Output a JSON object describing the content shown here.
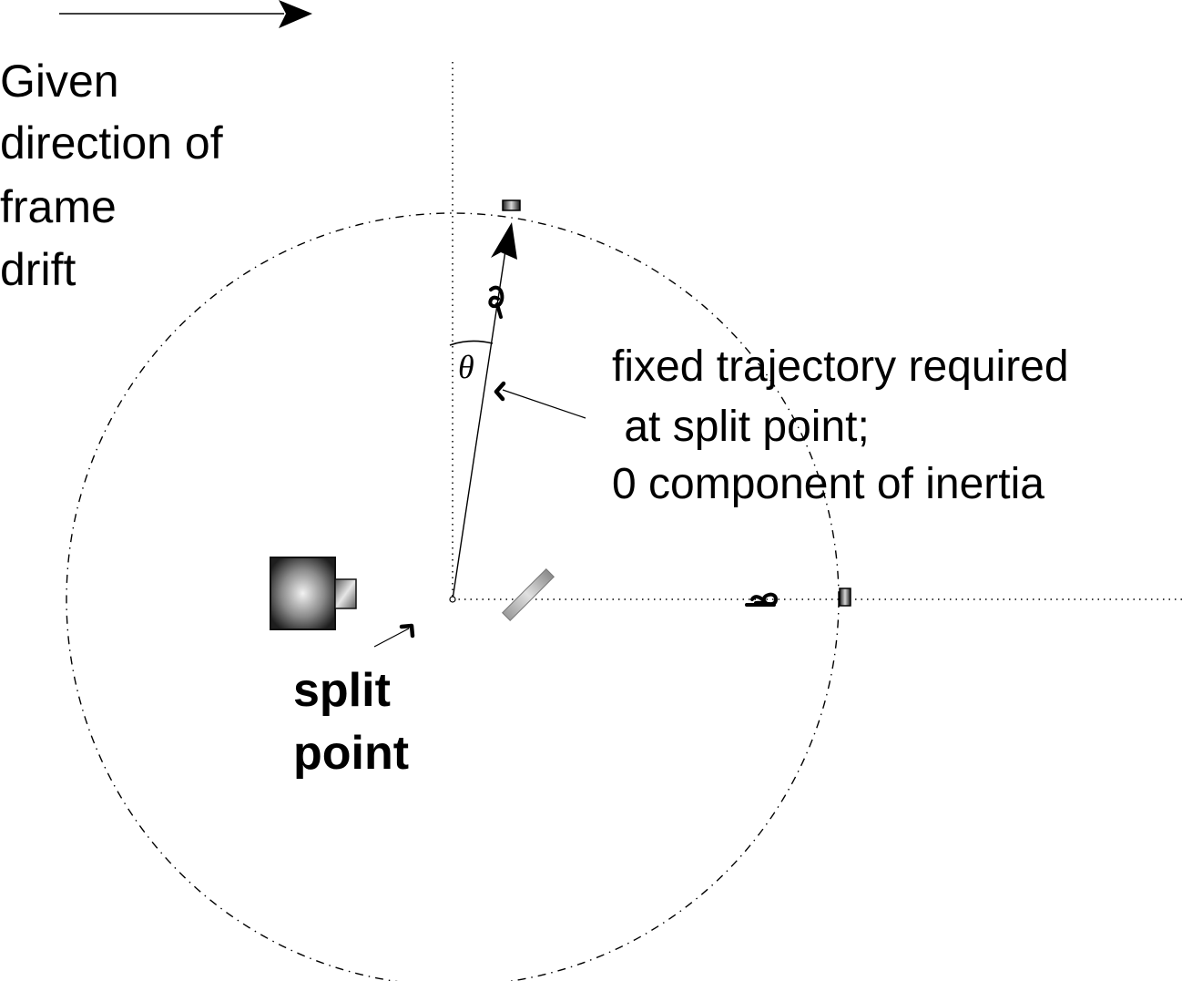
{
  "drift_label": {
    "lines": [
      "Given",
      "direction of",
      "frame",
      "drift"
    ]
  },
  "trajectory_label": {
    "lines": [
      "fixed trajectory required",
      " at split point;",
      "0 component of inertia"
    ]
  },
  "split_label": {
    "lines": [
      "split",
      "point"
    ]
  },
  "angle_symbol": "θ",
  "colors": {
    "ink": "#000000",
    "background": "#ffffff",
    "gray_dark": "#2a2a2a",
    "gray_light": "#cfcfcf"
  }
}
